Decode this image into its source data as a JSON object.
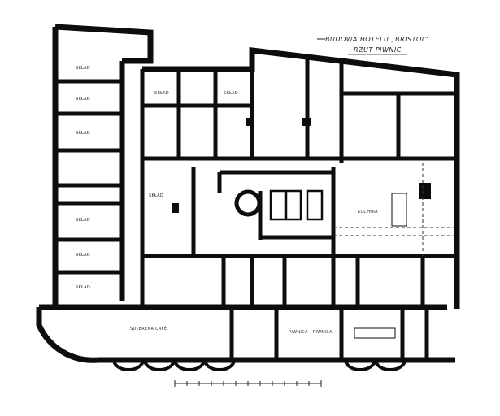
{
  "title": "BUDOWA HOTELU „BRISTOL”",
  "subtitle": "RZUT PIWNIC",
  "rooms": {
    "kitchen": "KUCHNIA",
    "cellar_1": "PIWNICA",
    "cellar_2": "PIWNICA",
    "store_1": "SKŁAD",
    "store_2": "SKŁAD",
    "store_3": "SKŁAD",
    "store_4": "SKŁAD",
    "store_5": "SKŁAD",
    "store_6": "SKŁAD",
    "store_7": "SKŁAD",
    "store_8": "SKŁAD",
    "store_9": "SKŁAD",
    "cafe": "SUTERENA CAFÉ"
  },
  "colors": {
    "wall": "#0d0d0d",
    "paper": "#ffffff",
    "line": "#333333"
  }
}
